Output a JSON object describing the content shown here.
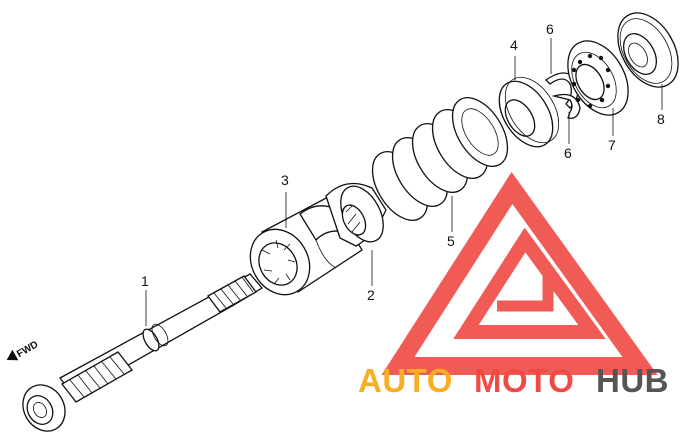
{
  "diagram": {
    "callouts": [
      {
        "id": "1",
        "label": "1"
      },
      {
        "id": "2",
        "label": "2"
      },
      {
        "id": "3",
        "label": "3"
      },
      {
        "id": "4",
        "label": "4"
      },
      {
        "id": "5",
        "label": "5"
      },
      {
        "id": "6a",
        "label": "6"
      },
      {
        "id": "6b",
        "label": "6"
      },
      {
        "id": "7",
        "label": "7"
      },
      {
        "id": "8",
        "label": "8"
      }
    ],
    "direction_marker": {
      "label": "FWD",
      "icon": "arrow-left-icon"
    }
  },
  "watermark": {
    "word_1": "AUTO",
    "word_2": "MOTO",
    "word_3": "HUB",
    "colors": {
      "logo": "#f04a44",
      "auto": "#f7ad24",
      "moto": "#f04a44",
      "hub": "#555555"
    }
  }
}
